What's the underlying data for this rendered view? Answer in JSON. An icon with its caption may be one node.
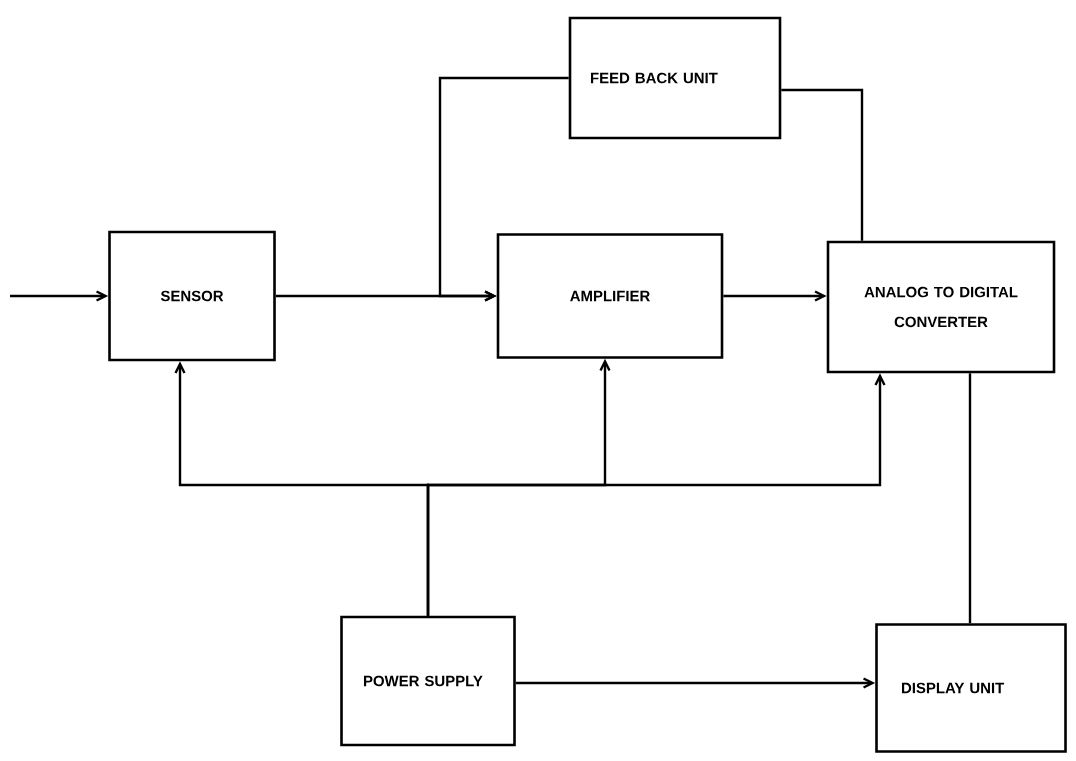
{
  "diagram": {
    "nodes": [
      {
        "text": [
          "SENSOR"
        ]
      },
      {
        "text": [
          "FEED BACK UNIT"
        ]
      },
      {
        "text": [
          "AMPLIFIER"
        ]
      },
      {
        "text": [
          "ANALOG TO DIGITAL CONVERTER"
        ]
      },
      {
        "text": [
          "POWER SUPPLY"
        ]
      },
      {
        "text": [
          "DISPLAY UNIT"
        ]
      }
    ],
    "edges": [
      {
        "from": null,
        "to": 0,
        "arrow": "to"
      },
      {
        "from": 0,
        "to": 2,
        "arrow": "to"
      },
      {
        "from": 1,
        "to": 2,
        "arrow": "to"
      },
      {
        "from": 3,
        "to": 1,
        "arrow": "none"
      },
      {
        "from": 2,
        "to": 3,
        "arrow": "to"
      },
      {
        "from": 4,
        "to": 0,
        "arrow": "to"
      },
      {
        "from": 4,
        "to": 2,
        "arrow": "to"
      },
      {
        "from": 4,
        "to": 3,
        "arrow": "to"
      },
      {
        "from": 3,
        "to": 5,
        "arrow": "none"
      },
      {
        "from": 4,
        "to": 5,
        "arrow": "to"
      }
    ]
  }
}
